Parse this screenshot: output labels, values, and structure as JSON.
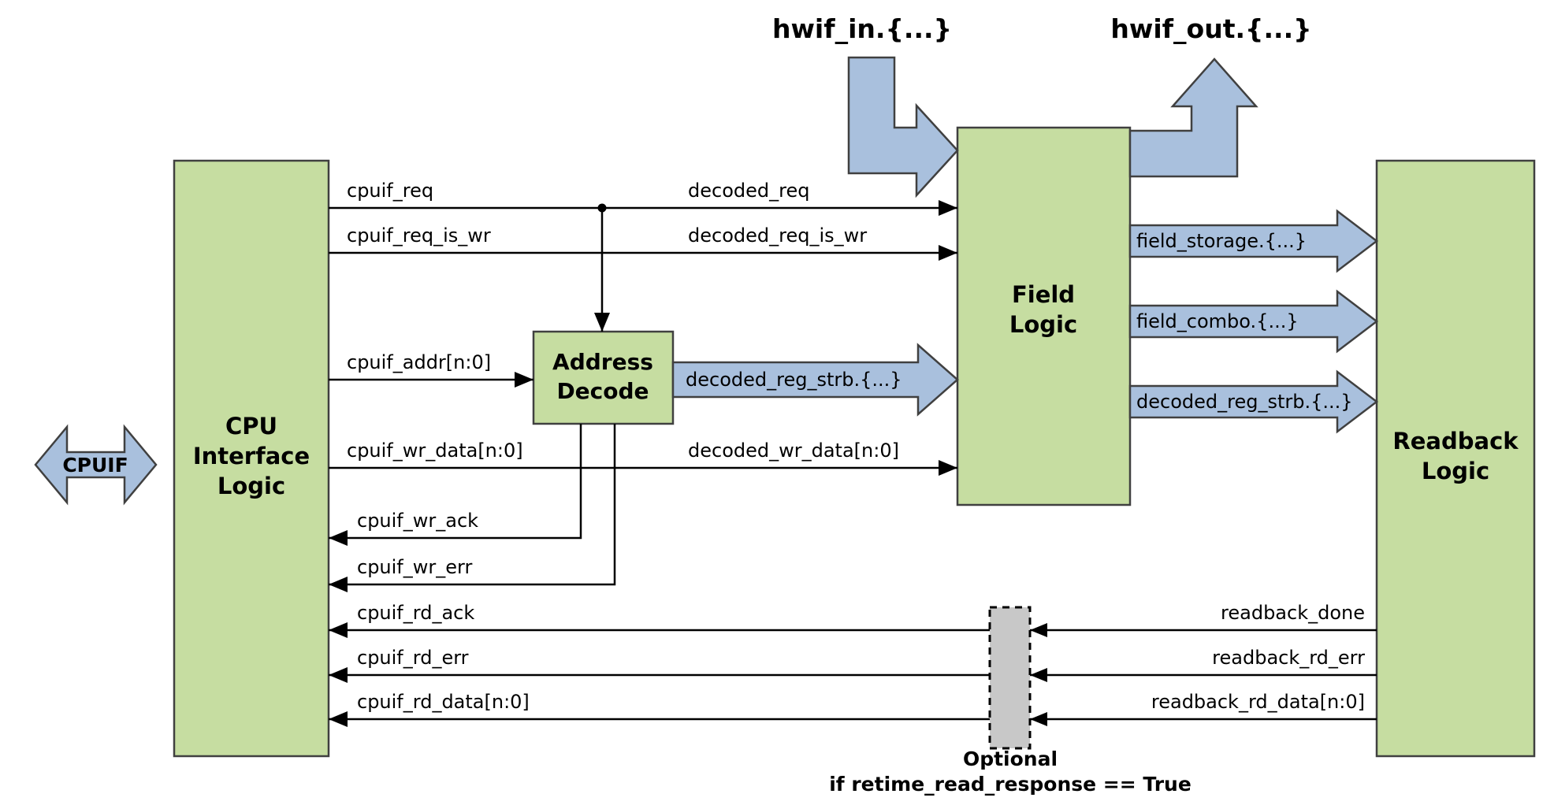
{
  "colors": {
    "background": "#ffffff",
    "block_fill": "#c6dda1",
    "block_stroke": "#404040",
    "bus_fill": "#a9c0dd",
    "bus_stroke": "#404040",
    "wire_color": "#000000",
    "retime_fill": "#c8c8c8"
  },
  "blocks": {
    "cpu_interface": {
      "lines": [
        "CPU",
        "Interface",
        "Logic"
      ]
    },
    "address_decode": {
      "lines": [
        "Address",
        "Decode"
      ]
    },
    "field_logic": {
      "lines": [
        "Field",
        "Logic"
      ]
    },
    "readback_logic": {
      "lines": [
        "Readback",
        "Logic"
      ]
    }
  },
  "cpuif": {
    "label": "CPUIF"
  },
  "hwif": {
    "in_label": "hwif_in.{...}",
    "out_label": "hwif_out.{...}"
  },
  "signals": {
    "cpuif_req": "cpuif_req",
    "decoded_req": "decoded_req",
    "cpuif_req_is_wr": "cpuif_req_is_wr",
    "decoded_req_is_wr": "decoded_req_is_wr",
    "cpuif_addr": "cpuif_addr[n:0]",
    "cpuif_wr_data": "cpuif_wr_data[n:0]",
    "decoded_wr_data": "decoded_wr_data[n:0]",
    "cpuif_wr_ack": "cpuif_wr_ack",
    "cpuif_wr_err": "cpuif_wr_err",
    "cpuif_rd_ack": "cpuif_rd_ack",
    "cpuif_rd_err": "cpuif_rd_err",
    "cpuif_rd_data": "cpuif_rd_data[n:0]",
    "readback_done": "readback_done",
    "readback_rd_err": "readback_rd_err",
    "readback_rd_data": "readback_rd_data[n:0]"
  },
  "buses": {
    "decoded_reg_strb": "decoded_reg_strb.{...}",
    "field_storage": "field_storage.{...}",
    "field_combo": "field_combo.{...}",
    "decoded_reg_strb_readback": "decoded_reg_strb.{...}"
  },
  "retime_note": {
    "line1": "Optional",
    "line2": "if retime_read_response == True"
  }
}
